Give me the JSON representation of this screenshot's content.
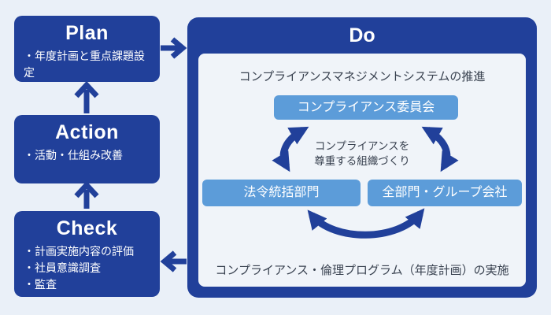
{
  "colors": {
    "background": "#EAF0F8",
    "primary_blue": "#21409A",
    "secondary_blue": "#5C9CD9",
    "panel_background": "#F0F4F9",
    "dark_text": "#38414F",
    "light_text": "#FFFFFF"
  },
  "plan": {
    "title": "Plan",
    "items": [
      "・年度計画と重点課題設定"
    ]
  },
  "action": {
    "title": "Action",
    "items": [
      "・活動・仕組み改善"
    ]
  },
  "check": {
    "title": "Check",
    "items": [
      "・計画実施内容の評価",
      "・社員意識調査",
      "・監査"
    ]
  },
  "do": {
    "title": "Do",
    "system_heading": "コンプライアンスマネジメントシステムの推進",
    "committee_label": "コンプライアンス委員会",
    "note_line1": "コンプライアンスを",
    "note_line2": "尊重する組織づくり",
    "legal_dept_label": "法令統括部門",
    "group_label": "全部門・グループ会社",
    "bottom_caption": "コンプライアンス・倫理プログラム（年度計画）の実施"
  },
  "icons": {
    "plan_to_do": "right-arrow-icon",
    "action_to_plan": "up-arrow-icon",
    "check_to_action": "up-arrow-icon",
    "do_to_check": "left-arrow-icon",
    "committee_to_legal": "double-headed-curved-arrow-icon",
    "committee_to_group": "double-headed-curved-arrow-icon",
    "legal_to_group": "double-headed-curved-arrow-icon"
  }
}
